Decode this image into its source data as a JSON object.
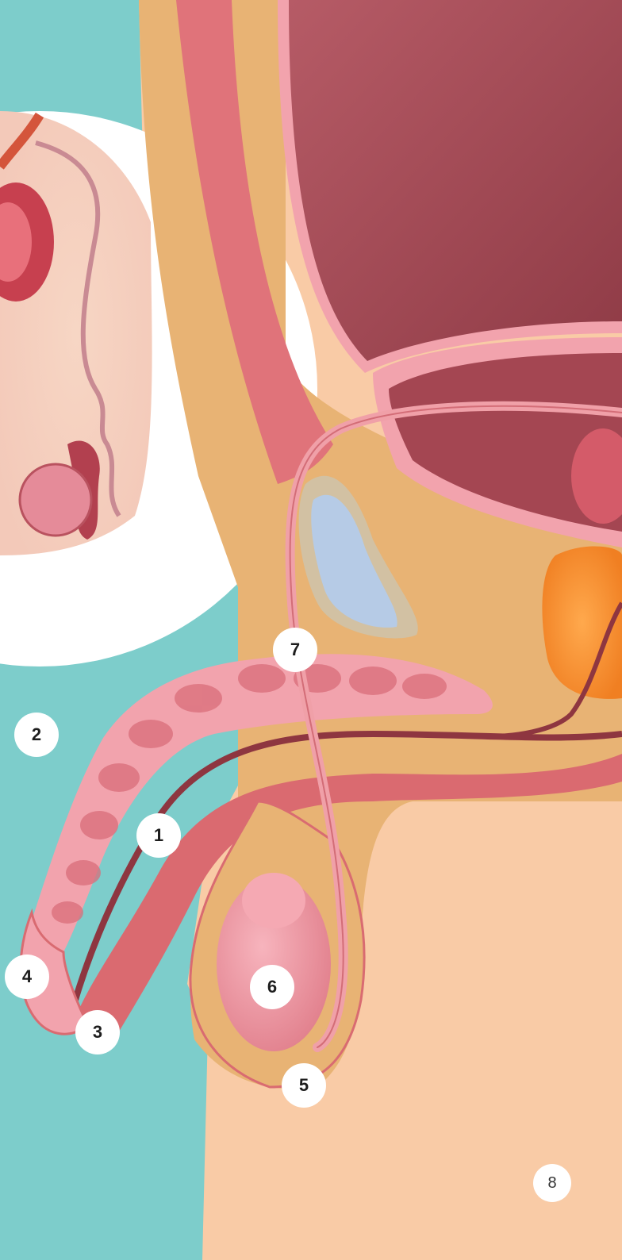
{
  "labels": {
    "l1": "1",
    "l2": "2",
    "l3": "3",
    "l4": "4",
    "l5": "5",
    "l6": "6",
    "l7": "7"
  },
  "page_number": "8",
  "colors": {
    "background": "#7dcdcb",
    "skin": "#f9cba6",
    "fat": "#e8b374",
    "tissue_pink": "#f2a3ad",
    "tissue_dark": "#d9686d",
    "bladder": "#9e4650",
    "prostate": "#f6902f",
    "seminal_vesicle": "#b6cbe6"
  }
}
